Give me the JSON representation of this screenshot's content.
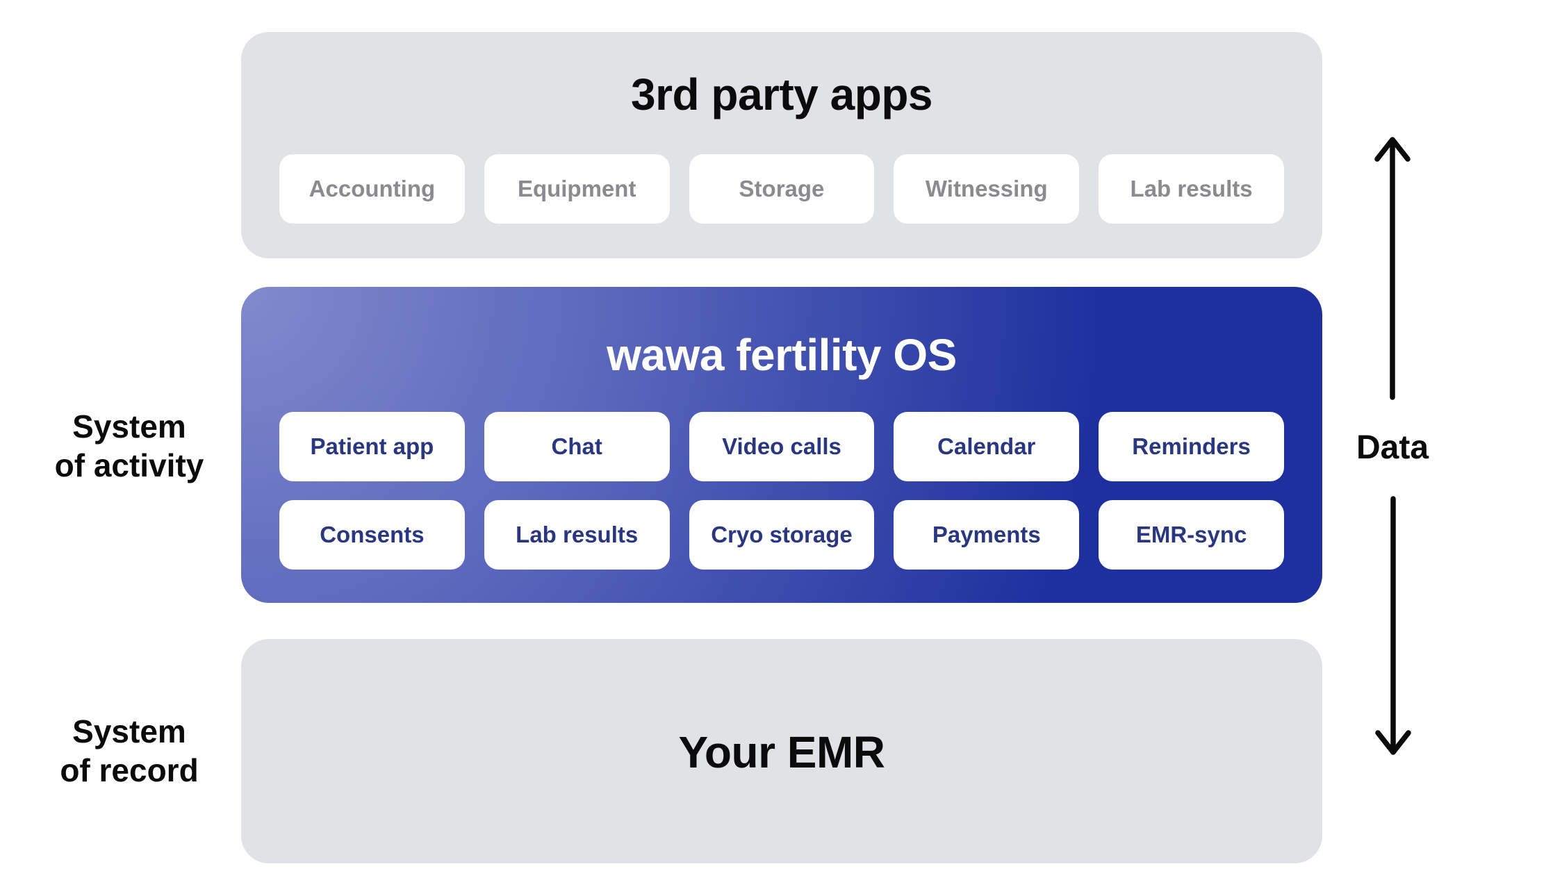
{
  "labels": {
    "system_of_activity": {
      "line1": "System",
      "line2": "of activity"
    },
    "system_of_record": {
      "line1": "System",
      "line2": "of record"
    },
    "data": "Data"
  },
  "third_party": {
    "title": "3rd party apps",
    "apps": [
      "Accounting",
      "Equipment",
      "Storage",
      "Witnessing",
      "Lab results"
    ]
  },
  "wawa_os": {
    "title": "wawa fertility OS",
    "modules_row1": [
      "Patient app",
      "Chat",
      "Video calls",
      "Calendar",
      "Reminders"
    ],
    "modules_row2": [
      "Consents",
      "Lab results",
      "Cryo storage",
      "Payments",
      "EMR-sync"
    ]
  },
  "emr": {
    "title": "Your EMR"
  },
  "colors": {
    "page_bg": "#ffffff",
    "box_gray": "#e1e2e6",
    "text_black": "#0b0b0c",
    "pill_text_gray": "#8a8a8f",
    "pill_text_navy": "#293781",
    "gradient_light": "#828acd",
    "gradient_mid": "#5d6abd",
    "gradient_dark": "#1d309e",
    "arrow_black": "#0b0b0c"
  }
}
